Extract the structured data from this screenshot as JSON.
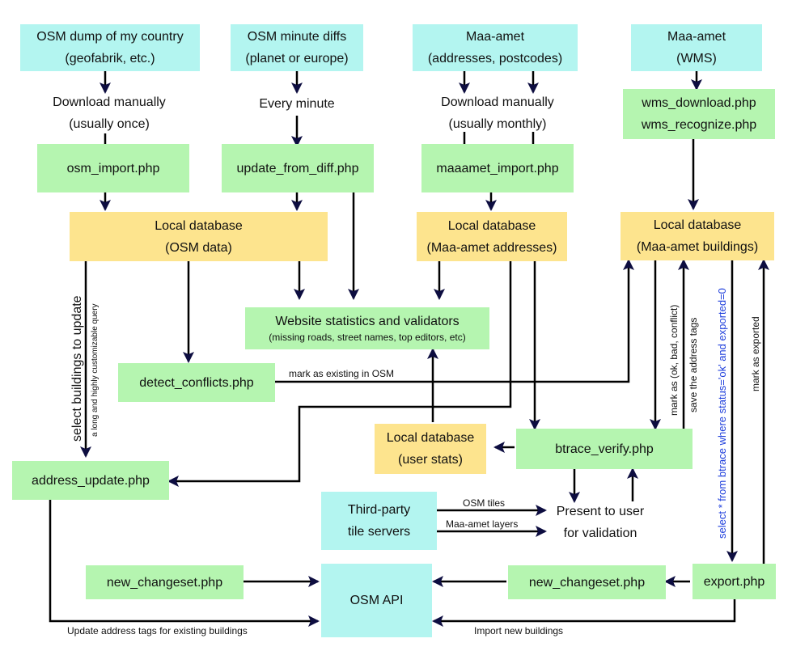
{
  "nodes": {
    "osm_dump": {
      "line1": "OSM dump of my country",
      "line2": "(geofabrik, etc.)"
    },
    "osm_diffs": {
      "line1": "OSM minute diffs",
      "line2": "(planet or europe)"
    },
    "maaamet_addr_src": {
      "line1": "Maa-amet",
      "line2": "(addresses, postcodes)"
    },
    "maaamet_wms": {
      "line1": "Maa-amet",
      "line2": "(WMS)"
    },
    "download_once": {
      "line1": "Download manually",
      "line2": "(usually once)"
    },
    "every_minute": {
      "line1": "Every minute"
    },
    "download_monthly": {
      "line1": "Download manually",
      "line2": "(usually monthly)"
    },
    "wms_scripts": {
      "line1": "wms_download.php",
      "line2": "wms_recognize.php"
    },
    "osm_import": {
      "line1": "osm_import.php"
    },
    "update_from_diff": {
      "line1": "update_from_diff.php"
    },
    "maaamet_import": {
      "line1": "maaamet_import.php"
    },
    "db_osm": {
      "line1": "Local database",
      "line2": "(OSM data)"
    },
    "db_addresses": {
      "line1": "Local database",
      "line2": "(Maa-amet addresses)"
    },
    "db_buildings": {
      "line1": "Local database",
      "line2": "(Maa-amet buildings)"
    },
    "website_stats": {
      "line1": "Website statistics and validators",
      "line2": "(missing roads, street names, top editors, etc)"
    },
    "detect_conflicts": {
      "line1": "detect_conflicts.php"
    },
    "db_userstats": {
      "line1": "Local database",
      "line2": "(user stats)"
    },
    "btrace_verify": {
      "line1": "btrace_verify.php"
    },
    "address_update": {
      "line1": "address_update.php"
    },
    "tile_servers": {
      "line1": "Third-party",
      "line2": "tile servers"
    },
    "present_user": {
      "line1": "Present to user",
      "line2": "for validation"
    },
    "new_changeset_left": {
      "line1": "new_changeset.php"
    },
    "osm_api": {
      "line1": "OSM API"
    },
    "new_changeset_right": {
      "line1": "new_changeset.php"
    },
    "export_php": {
      "line1": "export.php"
    }
  },
  "edge_labels": {
    "select_buildings": "select buildings to update",
    "long_query": "a long and highly customizable query",
    "mark_existing": "mark as existing in OSM",
    "mark_as_ok": "mark as (ok, bad, conflict)",
    "save_tags": "save the address tags",
    "select_query": "select * from btrace where status='ok' and exported=0",
    "mark_exported": "mark as exported",
    "osm_tiles": "OSM tiles",
    "maaamet_layers": "Maa-amet layers",
    "update_address_tags": "Update address tags for existing buildings",
    "import_new": "Import new buildings"
  },
  "colors": {
    "source_fill": "#b3f5f0",
    "script_fill": "#b5f5b0",
    "database_fill": "#fde48e",
    "arrow": "#000000",
    "arrowhead": "#0d0d40",
    "query_text": "#1f3fdc"
  }
}
